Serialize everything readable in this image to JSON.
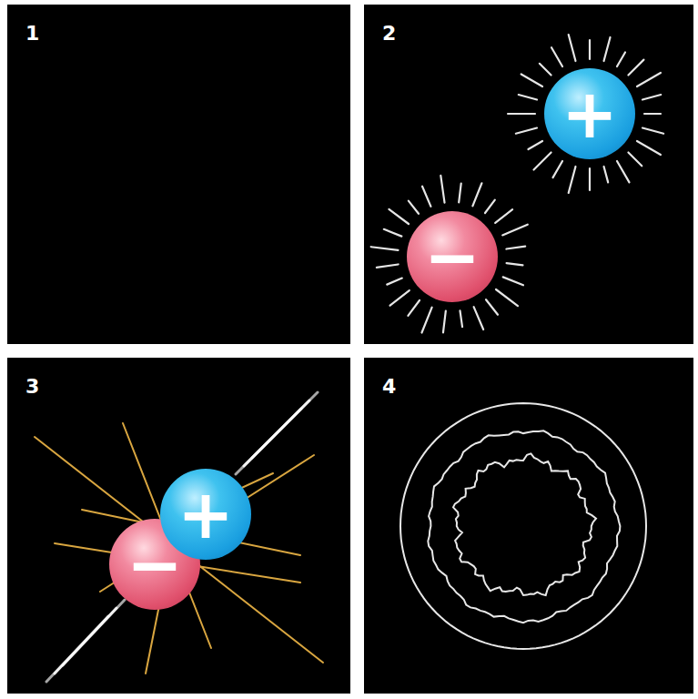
{
  "diagram": {
    "nodes": [
      {
        "text": [
          "+"
        ]
      },
      {
        "text": [
          "−"
        ]
      },
      {
        "text": [
          "+"
        ]
      },
      {
        "text": [
          "−"
        ]
      }
    ],
    "labels": [
      "1",
      "2",
      "3",
      "4"
    ]
  }
}
